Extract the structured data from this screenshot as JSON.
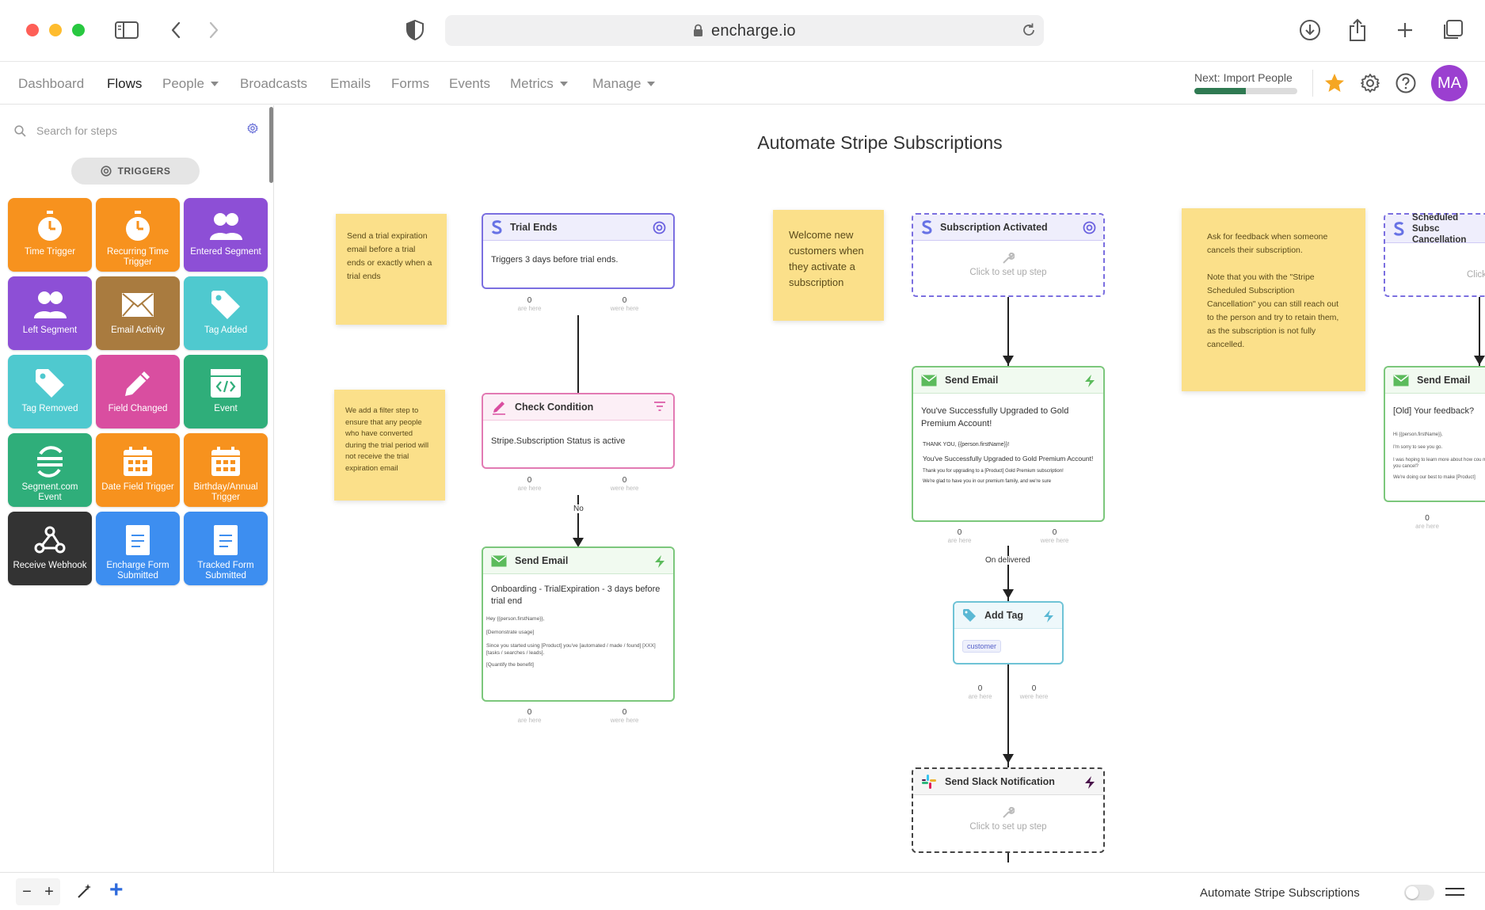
{
  "browser": {
    "url": "encharge.io"
  },
  "nav": {
    "items": [
      {
        "label": "Dashboard"
      },
      {
        "label": "Flows"
      },
      {
        "label": "People"
      },
      {
        "label": "Broadcasts"
      },
      {
        "label": "Emails"
      },
      {
        "label": "Forms"
      },
      {
        "label": "Events"
      },
      {
        "label": "Metrics"
      },
      {
        "label": "Manage"
      }
    ],
    "active": "Flows",
    "next_label": "Next: Import People",
    "next_progress": 0.5,
    "avatar_initials": "MA"
  },
  "sidebar": {
    "search_placeholder": "Search for steps",
    "section_label": "TRIGGERS",
    "tiles": [
      {
        "label": "Time Trigger",
        "color": "#f7921e",
        "icon": "stopwatch-icon"
      },
      {
        "label": "Recurring Time Trigger",
        "color": "#f7921e",
        "icon": "stopwatch-icon"
      },
      {
        "label": "Entered Segment",
        "color": "#8d4fd6",
        "icon": "people-icon"
      },
      {
        "label": "Left Segment",
        "color": "#8d4fd6",
        "icon": "people-icon"
      },
      {
        "label": "Email Activity",
        "color": "#a97b3f",
        "icon": "envelope-icon"
      },
      {
        "label": "Tag Added",
        "color": "#4fc9cf",
        "icon": "tag-icon"
      },
      {
        "label": "Tag Removed",
        "color": "#4fc9cf",
        "icon": "tag-icon"
      },
      {
        "label": "Field Changed",
        "color": "#d94ea0",
        "icon": "pencil-icon"
      },
      {
        "label": "Event",
        "color": "#2fae7a",
        "icon": "code-window-icon"
      },
      {
        "label": "Segment.com Event",
        "color": "#2fae7a",
        "icon": "segment-icon"
      },
      {
        "label": "Date Field Trigger",
        "color": "#f7921e",
        "icon": "calendar-icon"
      },
      {
        "label": "Birthday/Annual Trigger",
        "color": "#f7921e",
        "icon": "calendar-icon"
      },
      {
        "label": "Receive Webhook",
        "color": "#333333",
        "icon": "webhook-icon"
      },
      {
        "label": "Encharge Form Submitted",
        "color": "#3d8ef0",
        "icon": "form-icon"
      },
      {
        "label": "Tracked Form Submitted",
        "color": "#3d8ef0",
        "icon": "form-icon"
      }
    ]
  },
  "canvas": {
    "title": "Automate Stripe Subscriptions",
    "notes": {
      "n1": "Send a trial expiration email before a trial ends or exactly when a trial ends",
      "n2": "We add a filter step to ensure that any people who have converted during the trial period will not receive the trial expiration email",
      "n3": "Welcome new customers when they activate a subscription",
      "n4a": "Ask for feedback when someone cancels their subscription.",
      "n4b": "Note that you with the \"Stripe Scheduled Subscription Cancellation\" you can still reach out to the person and try to retain them, as the subscription is not fully cancelled."
    },
    "stats_here": "are here",
    "stats_were": "were here",
    "stats_zero": "0",
    "cards": {
      "trial_ends": {
        "title": "Trial Ends",
        "body": "Triggers 3 days before trial ends."
      },
      "check_condition": {
        "title": "Check Condition",
        "body": "Stripe.Subscription Status is active"
      },
      "send_email_1": {
        "title": "Send Email",
        "subject": "Onboarding - TrialExpiration - 3 days before trial end",
        "p1": "Hey {{person.firstName}},",
        "p2": "[Demonstrate usage]",
        "p3": "Since you started using [Product] you've [automated / made / found] [XXX] [tasks / searches / leads].",
        "p4": "[Quantify the benefit]"
      },
      "sub_activated": {
        "title": "Subscription Activated",
        "placeholder": "Click to set up step"
      },
      "send_email_2": {
        "title": "Send Email",
        "subject": "You've Successfully Upgraded to Gold Premium Account!",
        "p1": "THANK YOU, {{person.firstName}}!",
        "p2": "You've Successfully Upgraded to Gold Premium Account!",
        "p3": "Thank you for upgrading to a [Product] Gold Premium subscription!",
        "p4": "We're glad to have you in our premium family, and we're sure"
      },
      "add_tag": {
        "title": "Add Tag",
        "tag": "customer"
      },
      "slack": {
        "title": "Send Slack Notification",
        "placeholder": "Click to set up step"
      },
      "scheduled_cancel": {
        "title": "Scheduled Subsc Cancellation",
        "placeholder": "Click to se"
      },
      "send_email_3": {
        "title": "Send Email",
        "subject": "[Old] Your feedback?",
        "p1": "Hi {{person.firstName}},",
        "p2": "I'm sorry to see you go.",
        "p3": "I was hoping to learn more about how cou made you cancel?",
        "p4": "We're doing our best to make [Product]"
      }
    },
    "edges": {
      "no": "No",
      "on_delivered": "On delivered"
    }
  },
  "footer": {
    "zoom_out": "−",
    "zoom_in": "+",
    "add": "+",
    "flow_name": "Automate Stripe Subscriptions",
    "toggle_on": false
  }
}
